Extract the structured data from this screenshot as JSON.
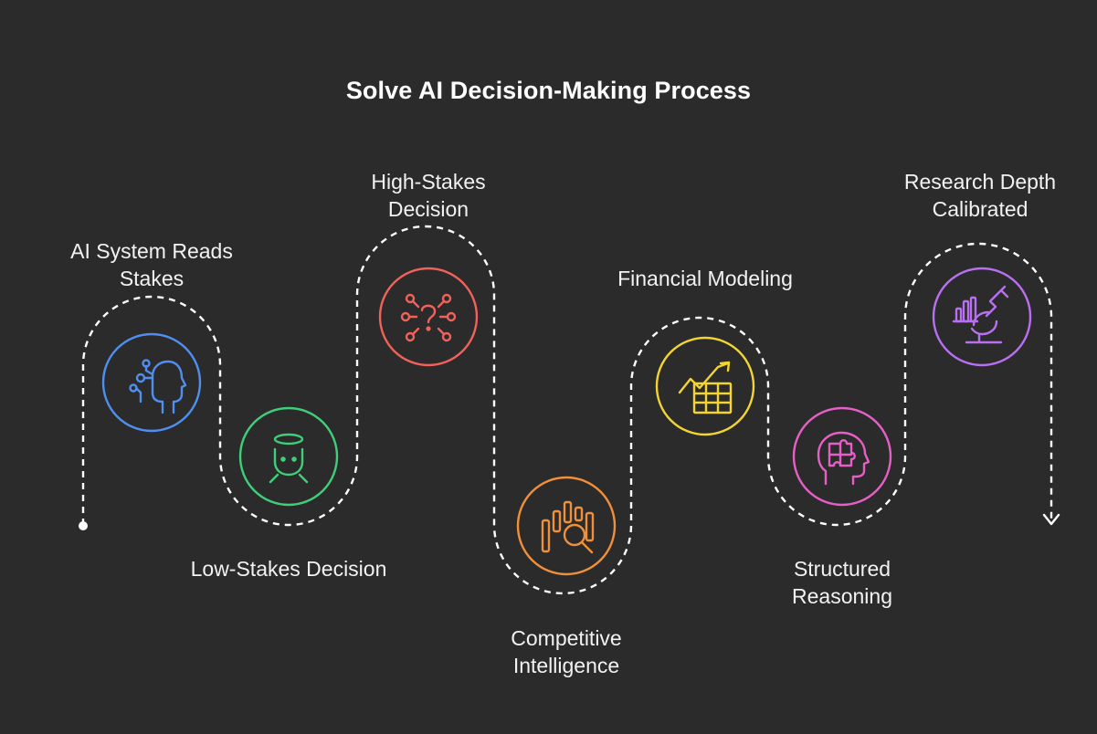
{
  "title": "Solve AI Decision-Making Process",
  "steps": [
    {
      "line1": "AI System Reads",
      "line2": "Stakes",
      "icon": "ai-head-icon",
      "color": "#4f8ff0"
    },
    {
      "line1": "Low-Stakes Decision",
      "line2": "",
      "icon": "halo-face-icon",
      "color": "#3fcf7a"
    },
    {
      "line1": "High-Stakes",
      "line2": "Decision",
      "icon": "question-network-icon",
      "color": "#f0625a"
    },
    {
      "line1": "Competitive",
      "line2": "Intelligence",
      "icon": "chart-magnifier-icon",
      "color": "#f0903a"
    },
    {
      "line1": "Financial Modeling",
      "line2": "",
      "icon": "trend-table-icon",
      "color": "#f2d433"
    },
    {
      "line1": "Structured",
      "line2": "Reasoning",
      "icon": "puzzle-head-icon",
      "color": "#e65fc7"
    },
    {
      "line1": "Research Depth",
      "line2": "Calibrated",
      "icon": "microscope-chart-icon",
      "color": "#b870f0"
    }
  ]
}
